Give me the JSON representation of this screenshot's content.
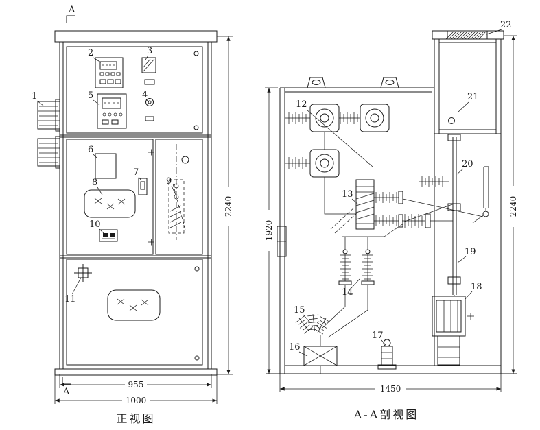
{
  "colors": {
    "ink": "#1a1a1a",
    "paper": "#ffffff"
  },
  "front_view": {
    "caption": "正视图",
    "section_marker": "A",
    "dim_height": "2240",
    "dim_width_body": "955",
    "dim_width_total": "1000"
  },
  "section_view": {
    "caption": "A-A剖视图",
    "dim_height_total": "2240",
    "dim_height_body": "1920",
    "dim_width": "1450"
  },
  "callouts": {
    "1": "1",
    "2": "2",
    "3": "3",
    "4": "4",
    "5": "5",
    "6": "6",
    "7": "7",
    "8": "8",
    "9": "9",
    "10": "10",
    "11": "11",
    "12": "12",
    "13": "13",
    "14": "14",
    "15": "15",
    "16": "16",
    "17": "17",
    "18": "18",
    "19": "19",
    "20": "20",
    "21": "21",
    "22": "22"
  }
}
